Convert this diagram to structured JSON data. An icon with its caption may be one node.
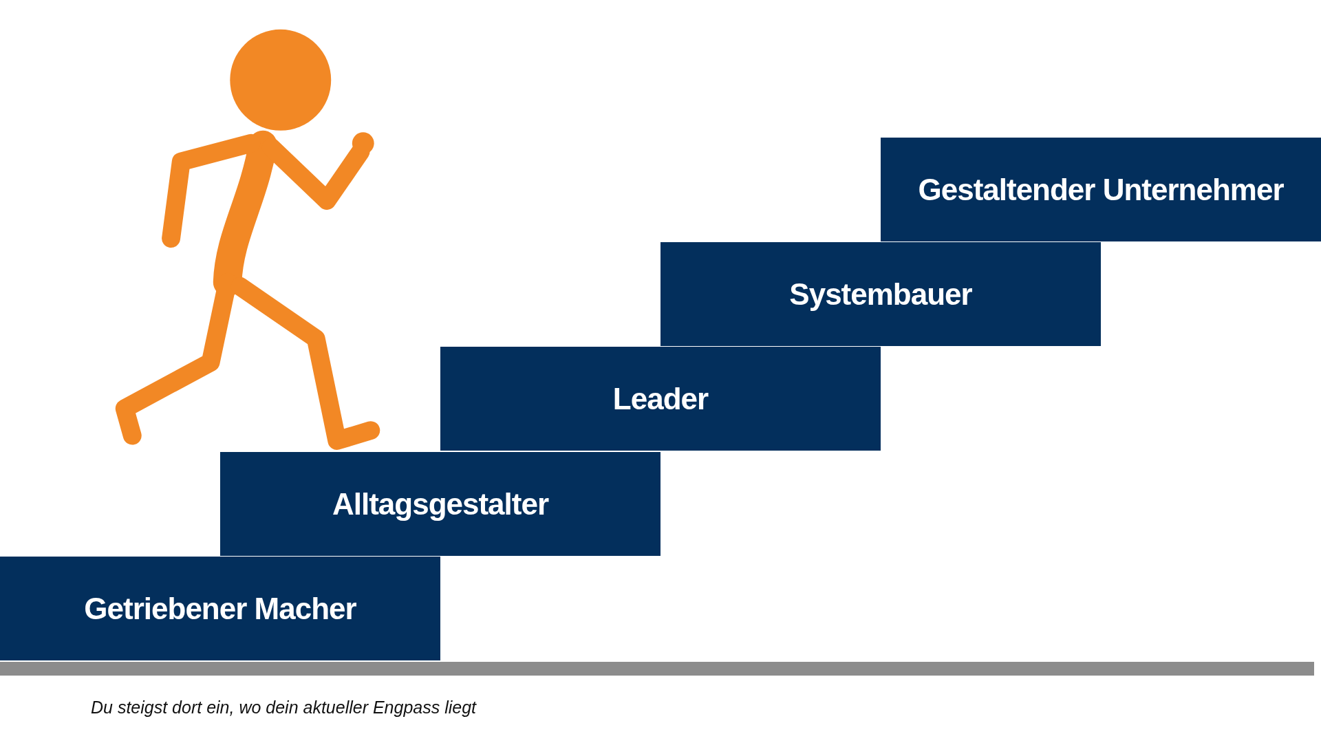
{
  "diagram": {
    "caption": "Du steigst dort ein, wo dein aktueller Engpass liegt",
    "nodes": [
      {
        "text": [
          "Getriebener Macher"
        ]
      },
      {
        "text": [
          "Alltagsgestalter"
        ]
      },
      {
        "text": [
          "Leader"
        ]
      },
      {
        "text": [
          "Systembauer"
        ]
      },
      {
        "text": [
          "Gestaltender Unternehmer"
        ]
      }
    ],
    "edges": []
  }
}
